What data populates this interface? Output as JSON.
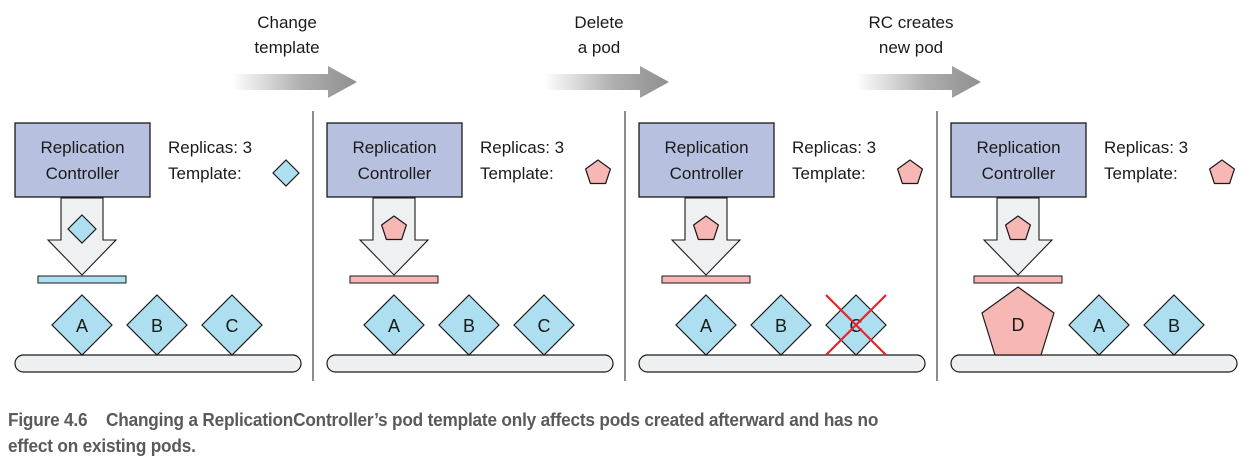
{
  "colors": {
    "rc_box_fill": "#b8c0e0",
    "old_template_fill": "#aedff0",
    "new_template_fill": "#f7b7b4",
    "track_fill": "#eeeff1",
    "arrow_fill": "#eff0f2",
    "step_arrow": "#9a9a9a",
    "delete_mark": "#e8242a",
    "divider": "#8c8c8c",
    "text": "#1a1a1a",
    "caption_text": "#5a5a5a"
  },
  "steps": [
    {
      "label_line1": "Change",
      "label_line2": "template"
    },
    {
      "label_line1": "Delete",
      "label_line2": "a pod"
    },
    {
      "label_line1": "RC creates",
      "label_line2": "new pod"
    }
  ],
  "panels": [
    {
      "rc_line1": "Replication",
      "rc_line2": "Controller",
      "replicas_label": "Replicas: 3",
      "template_label": "Template:",
      "template_shape": "diamond",
      "pods": [
        {
          "name": "A",
          "shape": "diamond",
          "deleted": false
        },
        {
          "name": "B",
          "shape": "diamond",
          "deleted": false
        },
        {
          "name": "C",
          "shape": "diamond",
          "deleted": false
        }
      ]
    },
    {
      "rc_line1": "Replication",
      "rc_line2": "Controller",
      "replicas_label": "Replicas: 3",
      "template_label": "Template:",
      "template_shape": "pentagon",
      "pods": [
        {
          "name": "A",
          "shape": "diamond",
          "deleted": false
        },
        {
          "name": "B",
          "shape": "diamond",
          "deleted": false
        },
        {
          "name": "C",
          "shape": "diamond",
          "deleted": false
        }
      ]
    },
    {
      "rc_line1": "Replication",
      "rc_line2": "Controller",
      "replicas_label": "Replicas: 3",
      "template_label": "Template:",
      "template_shape": "pentagon",
      "pods": [
        {
          "name": "A",
          "shape": "diamond",
          "deleted": false
        },
        {
          "name": "B",
          "shape": "diamond",
          "deleted": false
        },
        {
          "name": "C",
          "shape": "diamond",
          "deleted": true
        }
      ]
    },
    {
      "rc_line1": "Replication",
      "rc_line2": "Controller",
      "replicas_label": "Replicas: 3",
      "template_label": "Template:",
      "template_shape": "pentagon",
      "pods": [
        {
          "name": "D",
          "shape": "pentagon",
          "deleted": false
        },
        {
          "name": "A",
          "shape": "diamond",
          "deleted": false
        },
        {
          "name": "B",
          "shape": "diamond",
          "deleted": false
        }
      ]
    }
  ],
  "caption": {
    "label": "Figure 4.6",
    "text_line1": "Changing a ReplicationController’s pod template only affects pods created afterward and has no",
    "text_line2": "effect on existing pods."
  }
}
